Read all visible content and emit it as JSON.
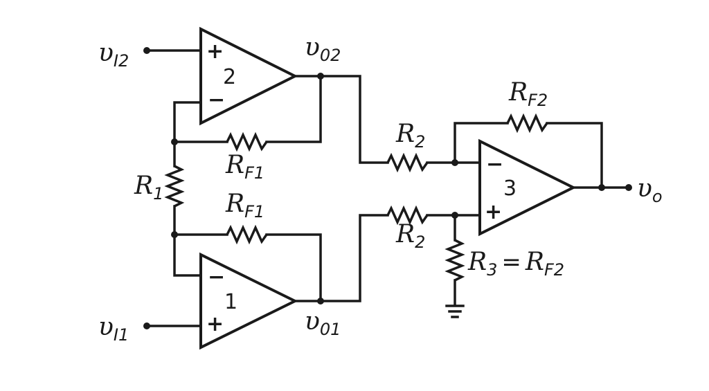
{
  "colors": {
    "ink": "#1a1a1a",
    "background": "#ffffff"
  },
  "labels": {
    "vI2": {
      "main": "υ",
      "sub": "I2"
    },
    "vI1": {
      "main": "υ",
      "sub": "I1"
    },
    "v02": {
      "main": "υ",
      "sub": "02"
    },
    "v01": {
      "main": "υ",
      "sub": "01"
    },
    "vo": {
      "main": "υ",
      "sub": "o"
    },
    "RF1_top": {
      "main": "R",
      "sub": "F1"
    },
    "RF1_bottom": {
      "main": "R",
      "sub": "F1"
    },
    "R1": {
      "main": "R",
      "sub": "1"
    },
    "R2_top": {
      "main": "R",
      "sub": "2"
    },
    "R2_bottom": {
      "main": "R",
      "sub": "2"
    },
    "RF2": {
      "main": "R",
      "sub": "F2"
    },
    "R3": {
      "main": "R",
      "sub": "3",
      "equals": "=",
      "rhs_main": "R",
      "rhs_sub": "F2"
    }
  },
  "opamps": {
    "amp1": {
      "number": "1",
      "top_sign": "−",
      "bottom_sign": "+"
    },
    "amp2": {
      "number": "2",
      "top_sign": "+",
      "bottom_sign": "−"
    },
    "amp3": {
      "number": "3",
      "top_sign": "−",
      "bottom_sign": "+"
    }
  }
}
